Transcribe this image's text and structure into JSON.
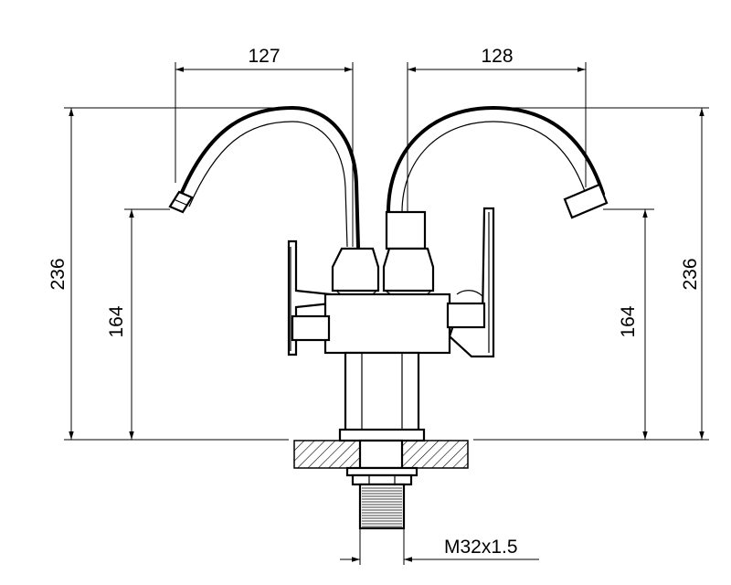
{
  "dimensions": {
    "left_spout_reach": "127",
    "right_spout_reach": "128",
    "left_total_height": "236",
    "left_spout_height": "164",
    "right_total_height": "236",
    "right_spout_height": "164",
    "thread": "M32x1.5"
  }
}
